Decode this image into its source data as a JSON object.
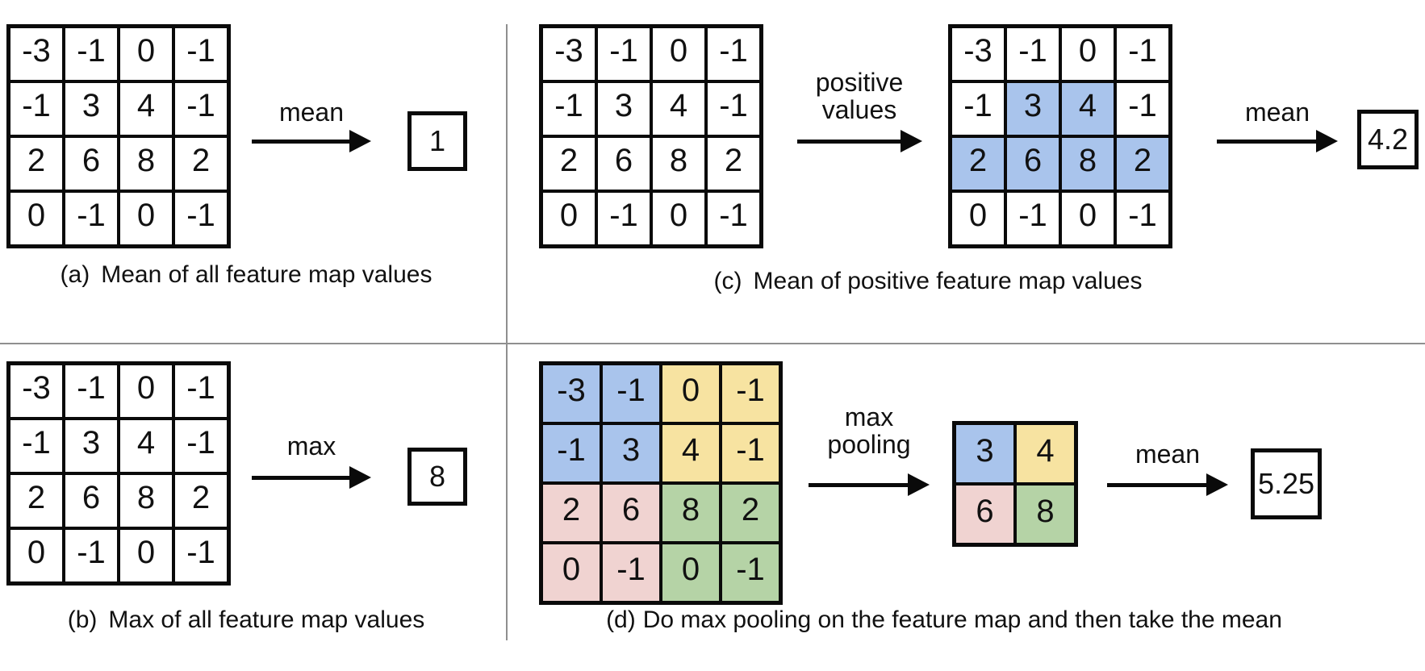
{
  "figure": {
    "colors": {
      "cell_blue": "#a9c4ec",
      "cell_yellow": "#f7e3a1",
      "cell_pink": "#f0d3d1",
      "cell_green": "#b5d3a6",
      "line_black": "#0a0a0a",
      "divider_gray": "#8f8f8f"
    },
    "feature_map": [
      [
        "-3",
        "-1",
        "0",
        "-1"
      ],
      [
        "-1",
        "3",
        "4",
        "-1"
      ],
      [
        "2",
        "6",
        "8",
        "2"
      ],
      [
        "0",
        "-1",
        "0",
        "-1"
      ]
    ],
    "panel_a": {
      "arrow_label": "mean",
      "result": "1",
      "caption_prefix": "(a)",
      "caption": "Mean of all feature map values"
    },
    "panel_b": {
      "arrow_label": "max",
      "result": "8",
      "caption_prefix": "(b)",
      "caption": "Max of all feature map values"
    },
    "panel_c": {
      "arrow1_label": [
        "positive",
        "values"
      ],
      "arrow2_label": "mean",
      "result": "4.2",
      "caption_prefix": "(c)",
      "caption": "Mean of positive feature map values",
      "highlight_mask": [
        [
          "",
          "",
          "",
          ""
        ],
        [
          "",
          "blue",
          "blue",
          ""
        ],
        [
          "blue",
          "blue",
          "blue",
          "blue"
        ],
        [
          "",
          "",
          "",
          ""
        ]
      ]
    },
    "panel_d": {
      "arrow1_label": [
        "max",
        "pooling"
      ],
      "arrow2_label": "mean",
      "result": "5.25",
      "caption_prefix": "(d)",
      "caption": "Do max pooling on the feature map and then take the mean",
      "color_mask": [
        [
          "blue",
          "blue",
          "yellow",
          "yellow"
        ],
        [
          "blue",
          "blue",
          "yellow",
          "yellow"
        ],
        [
          "pink",
          "pink",
          "green",
          "green"
        ],
        [
          "pink",
          "pink",
          "green",
          "green"
        ]
      ],
      "pooled_values": [
        [
          "3",
          "4"
        ],
        [
          "6",
          "8"
        ]
      ],
      "pooled_colors": [
        [
          "blue",
          "yellow"
        ],
        [
          "pink",
          "green"
        ]
      ]
    }
  }
}
